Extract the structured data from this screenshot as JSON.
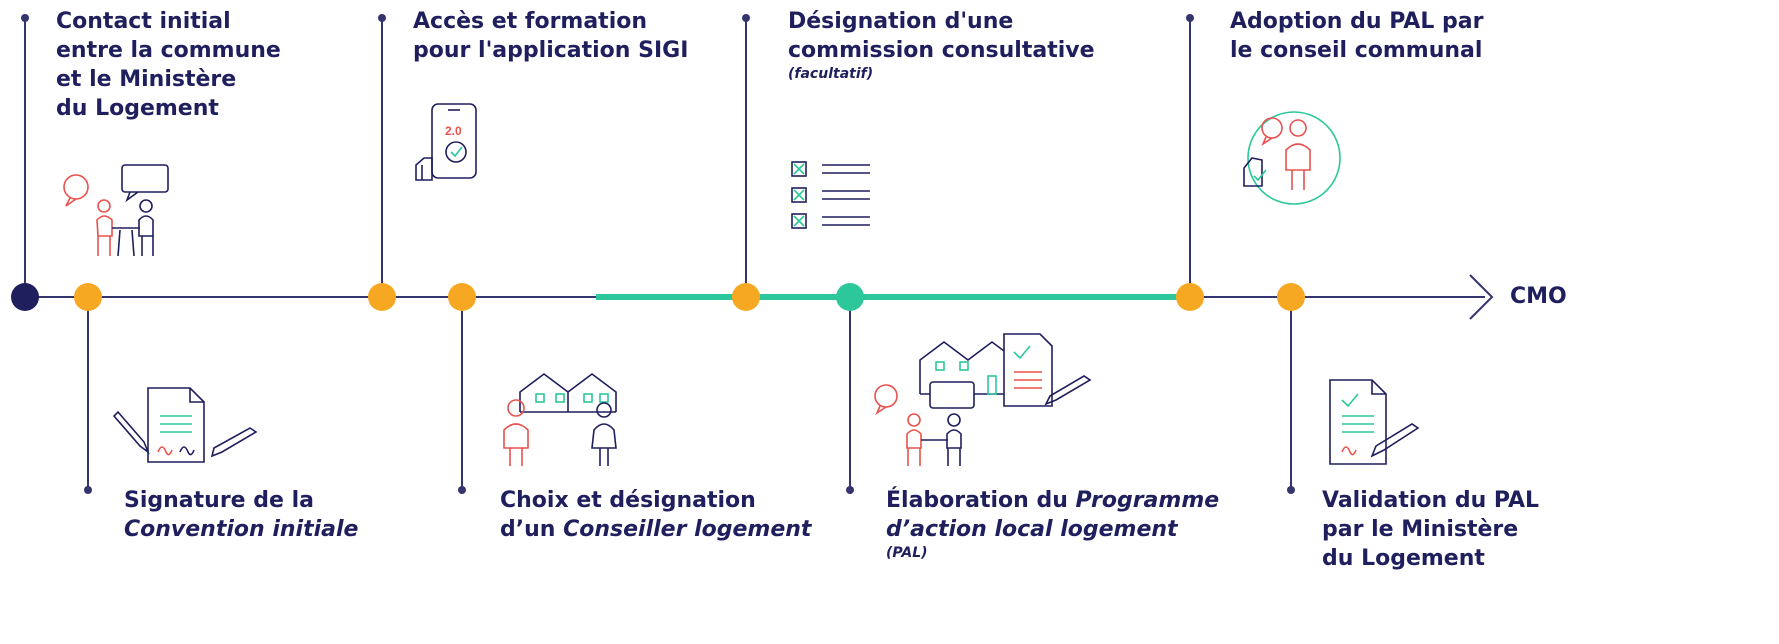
{
  "axis": {
    "end_label": "CMO"
  },
  "milestones": [
    {
      "id": "contact",
      "position": "top",
      "lines": [
        "Contact initial",
        "entre la commune",
        "et le Ministère",
        "du Logement"
      ],
      "icon": "meeting-icon"
    },
    {
      "id": "signature",
      "position": "bottom",
      "lines_html": [
        [
          "Signature de la",
          ""
        ],
        [
          "",
          "Convention initiale"
        ]
      ],
      "icon": "contract-signing-icon"
    },
    {
      "id": "sigi",
      "position": "top",
      "lines": [
        "Accès et formation",
        "pour l'application SIGI"
      ],
      "icon": "phone-app-icon",
      "icon_text": "2.0"
    },
    {
      "id": "conseiller",
      "position": "bottom",
      "icon": "people-houses-icon"
    },
    {
      "id": "commission",
      "position": "top",
      "lines": [
        "Désignation d'une",
        "commission consultative"
      ],
      "note": "(facultatif)",
      "icon": "checklist-icon"
    },
    {
      "id": "pal-elaboration",
      "position": "bottom",
      "icon": "planning-meeting-icon"
    },
    {
      "id": "adoption",
      "position": "top",
      "lines": [
        "Adoption du PAL par",
        "le conseil communal"
      ],
      "icon": "approval-icon"
    },
    {
      "id": "validation",
      "position": "bottom",
      "lines": [
        "Validation du PAL",
        "par le Ministère",
        "du Logement"
      ],
      "icon": "validated-document-icon"
    }
  ],
  "texts": {
    "signature_1": "Signature de la",
    "signature_2": "Convention initiale",
    "conseiller_1": "Choix et désignation",
    "conseiller_2a": "d’un ",
    "conseiller_2b": "Conseiller logement",
    "pal_1a": "Élaboration du ",
    "pal_1b": "Programme",
    "pal_2": "d’action local logement",
    "pal_3": "(PAL)"
  },
  "colors": {
    "navy": "#1f1f5e",
    "orange": "#f7a823",
    "green": "#2cc79a",
    "red": "#e8524f",
    "line": "#34346e"
  }
}
